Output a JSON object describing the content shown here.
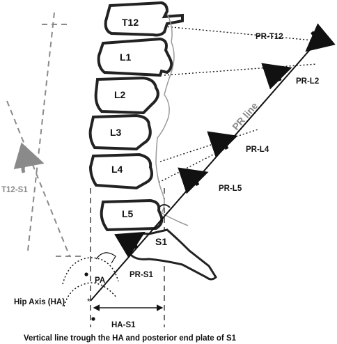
{
  "vertebrae": [
    {
      "id": "T12",
      "label": "T12"
    },
    {
      "id": "L1",
      "label": "L1"
    },
    {
      "id": "L2",
      "label": "L2"
    },
    {
      "id": "L3",
      "label": "L3"
    },
    {
      "id": "L4",
      "label": "L4"
    },
    {
      "id": "L5",
      "label": "L5"
    },
    {
      "id": "S1",
      "label": "S1"
    }
  ],
  "pr_labels": {
    "t12": "PR-T12",
    "l2": "PR-L2",
    "l4": "PR-L4",
    "l5": "PR-L5",
    "s1": "PR-S1"
  },
  "pr_line_label": "PR line",
  "t12_s1_label": "T12-S1",
  "pa_label": "PA",
  "hip_axis_label": "Hip Axis (HA)",
  "ha_s1_label": "HA-S1",
  "caption": "Vertical line trough the HA and posterior end plate of S1",
  "colors": {
    "ink": "#111111",
    "grey": "#8a8a8a",
    "spine_fill": "#ffffff"
  }
}
